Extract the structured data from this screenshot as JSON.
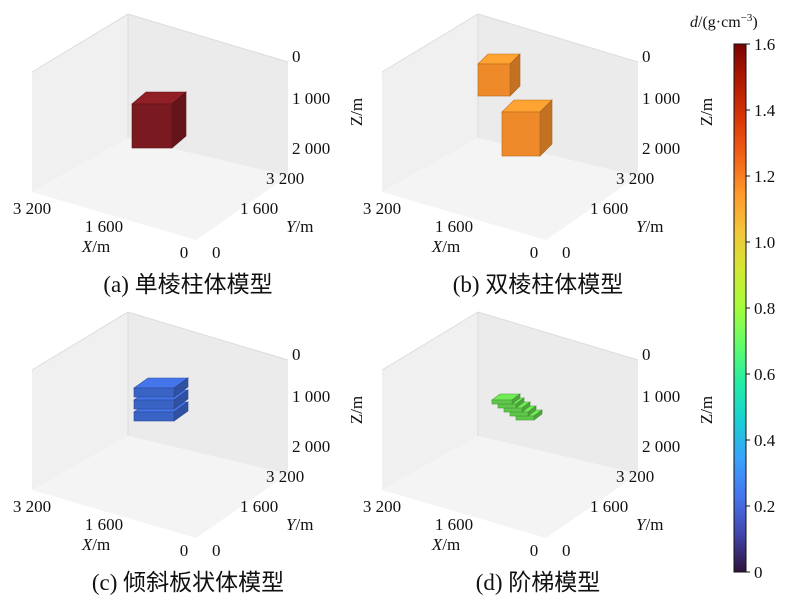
{
  "colorbar": {
    "label": "d/(g·cm⁻³)",
    "label_italic": "d",
    "label_rest": "/(g·cm",
    "label_sup": "−3",
    "label_close": ")",
    "min": 0,
    "max": 1.6,
    "ticks": [
      "0",
      "0.2",
      "0.4",
      "0.6",
      "0.8",
      "1.0",
      "1.2",
      "1.4",
      "1.6"
    ],
    "colormap": [
      "#30123b",
      "#4145ab",
      "#4675ed",
      "#39a2fc",
      "#1bcfd4",
      "#24eca6",
      "#61fc6c",
      "#a4fc3b",
      "#d1e834",
      "#f3c63a",
      "#fe9b2d",
      "#f36315",
      "#d93806",
      "#b11901",
      "#7a0402"
    ]
  },
  "panels": [
    {
      "caption": "(a) 单棱柱体模型",
      "z_ticks": [
        "0",
        "1 000",
        "2 000"
      ],
      "y_ticks": [
        "3 200",
        "1 600",
        "0"
      ],
      "x_ticks": [
        "3 200",
        "1 600",
        "0"
      ],
      "z_label": "Z/m",
      "y_label_var": "Y",
      "y_label_unit": "/m",
      "x_label_var": "X",
      "x_label_unit": "/m",
      "model": "single prism",
      "density": 1.6,
      "color": "#7a1a20"
    },
    {
      "caption": "(b) 双棱柱体模型",
      "z_ticks": [
        "0",
        "1 000",
        "2 000"
      ],
      "y_ticks": [
        "3 200",
        "1 600",
        "0"
      ],
      "x_ticks": [
        "3 200",
        "1 600",
        "0"
      ],
      "z_label": "Z/m",
      "y_label_var": "Y",
      "y_label_unit": "/m",
      "x_label_var": "X",
      "x_label_unit": "/m",
      "model": "double prism",
      "density": 1.2,
      "color": "#ee8a2a"
    },
    {
      "caption": "(c) 倾斜板状体模型",
      "z_ticks": [
        "0",
        "1 000",
        "2 000"
      ],
      "y_ticks": [
        "3 200",
        "1 600",
        "0"
      ],
      "x_ticks": [
        "3 200",
        "1 600",
        "0"
      ],
      "z_label": "Z/m",
      "y_label_var": "Y",
      "y_label_unit": "/m",
      "x_label_var": "X",
      "x_label_unit": "/m",
      "model": "inclined plates",
      "density": 0.2,
      "color": "#3a63c6"
    },
    {
      "caption": "(d) 阶梯模型",
      "z_ticks": [
        "0",
        "1 000",
        "2 000"
      ],
      "y_ticks": [
        "3 200",
        "1 600",
        "0"
      ],
      "x_ticks": [
        "3 200",
        "1 600",
        "0"
      ],
      "z_label": "Z/m",
      "y_label_var": "Y",
      "y_label_unit": "/m",
      "x_label_var": "X",
      "x_label_unit": "/m",
      "model": "step",
      "density": 0.8,
      "color": "#5fc84a"
    }
  ]
}
